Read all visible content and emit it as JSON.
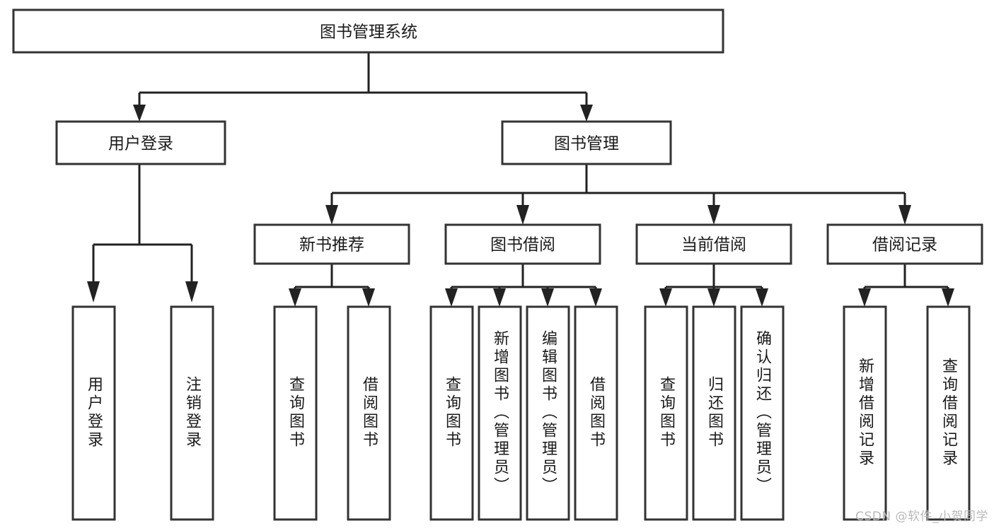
{
  "diagram": {
    "type": "tree-hierarchy",
    "orientation": "top-down",
    "root": {
      "id": "root",
      "label": "图书管理系统"
    },
    "level2": [
      {
        "id": "user-login",
        "label": "用户登录"
      },
      {
        "id": "book-management",
        "label": "图书管理"
      }
    ],
    "level3": [
      {
        "id": "new-book-recommend",
        "label": "新书推荐",
        "parent": "book-management"
      },
      {
        "id": "book-borrow",
        "label": "图书借阅",
        "parent": "book-management"
      },
      {
        "id": "current-borrow",
        "label": "当前借阅",
        "parent": "book-management"
      },
      {
        "id": "borrow-record",
        "label": "借阅记录",
        "parent": "book-management"
      }
    ],
    "leaves": [
      {
        "id": "leaf-user-login",
        "label": "用户登录",
        "parent": "user-login"
      },
      {
        "id": "leaf-logout-login",
        "label": "注销登录",
        "parent": "user-login"
      },
      {
        "id": "leaf-query-book-1",
        "label": "查询图书",
        "parent": "new-book-recommend"
      },
      {
        "id": "leaf-borrow-book-1",
        "label": "借阅图书",
        "parent": "new-book-recommend"
      },
      {
        "id": "leaf-query-book-2",
        "label": "查询图书",
        "parent": "book-borrow"
      },
      {
        "id": "leaf-add-book",
        "label": "新增图书（管理员）",
        "parent": "book-borrow"
      },
      {
        "id": "leaf-edit-book",
        "label": "编辑图书（管理员）",
        "parent": "book-borrow"
      },
      {
        "id": "leaf-borrow-book-2",
        "label": "借阅图书",
        "parent": "book-borrow"
      },
      {
        "id": "leaf-query-book-3",
        "label": "查询图书",
        "parent": "current-borrow"
      },
      {
        "id": "leaf-return-book",
        "label": "归还图书",
        "parent": "current-borrow"
      },
      {
        "id": "leaf-confirm-return",
        "label": "确认归还（管理员）",
        "parent": "current-borrow"
      },
      {
        "id": "leaf-add-record",
        "label": "新增借阅记录",
        "parent": "borrow-record"
      },
      {
        "id": "leaf-query-record",
        "label": "查询借阅记录",
        "parent": "borrow-record"
      }
    ]
  },
  "watermark": {
    "text": "CSDN @软件_小贺同学"
  },
  "colors": {
    "box_stroke": "#333333",
    "connector": "#222222",
    "text": "#1a1a1a",
    "background": "#ffffff",
    "watermark": "#b9b9b9"
  }
}
